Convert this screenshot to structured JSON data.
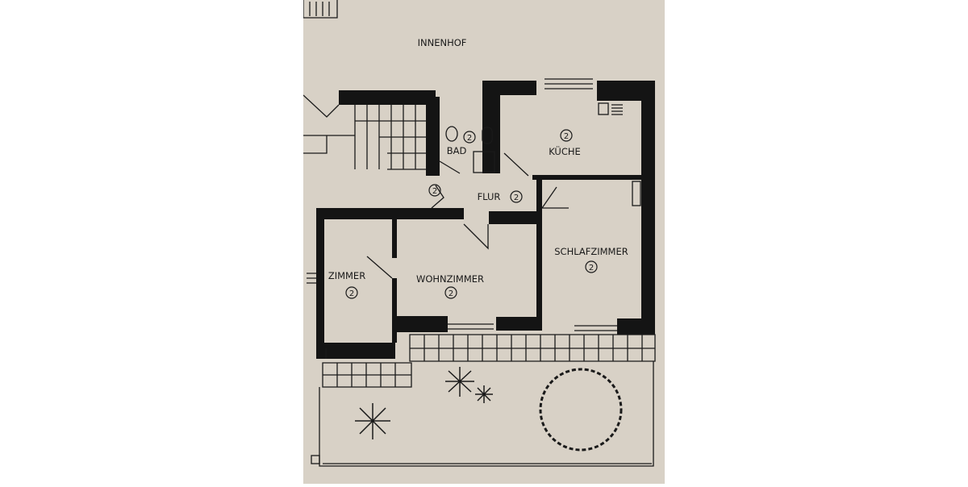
{
  "plan": {
    "courtyard": "INNENHOF",
    "rooms": [
      {
        "name": "BAD",
        "number": "2"
      },
      {
        "name": "KÜCHE",
        "number": "2"
      },
      {
        "name": "FLUR",
        "number": "2"
      },
      {
        "name": "SCHLAFZIMMER",
        "number": "2"
      },
      {
        "name": "ZIMMER",
        "number": "2"
      },
      {
        "name": "WOHNZIMMER",
        "number": "2"
      }
    ],
    "entrance_number": "2",
    "colors": {
      "paper": "#d8d1c6",
      "ink": "#141414"
    }
  }
}
